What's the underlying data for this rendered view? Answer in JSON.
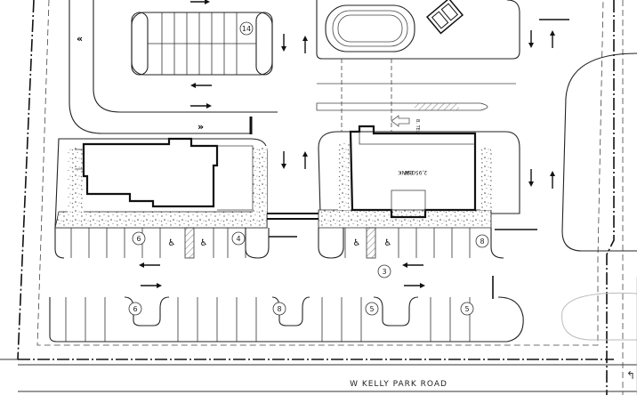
{
  "road_label": "W KELLY PARK ROAD",
  "building_label_line1": "BANK",
  "building_label_line2": "2,950 SF",
  "drive_thru_label": "B. TEL",
  "stall_counts": [
    "14",
    "6",
    "4",
    "8",
    "3",
    "6",
    "8",
    "5",
    "5"
  ],
  "colors": {
    "line": "#222222",
    "hatch": "#666666",
    "paper": "#ffffff"
  }
}
